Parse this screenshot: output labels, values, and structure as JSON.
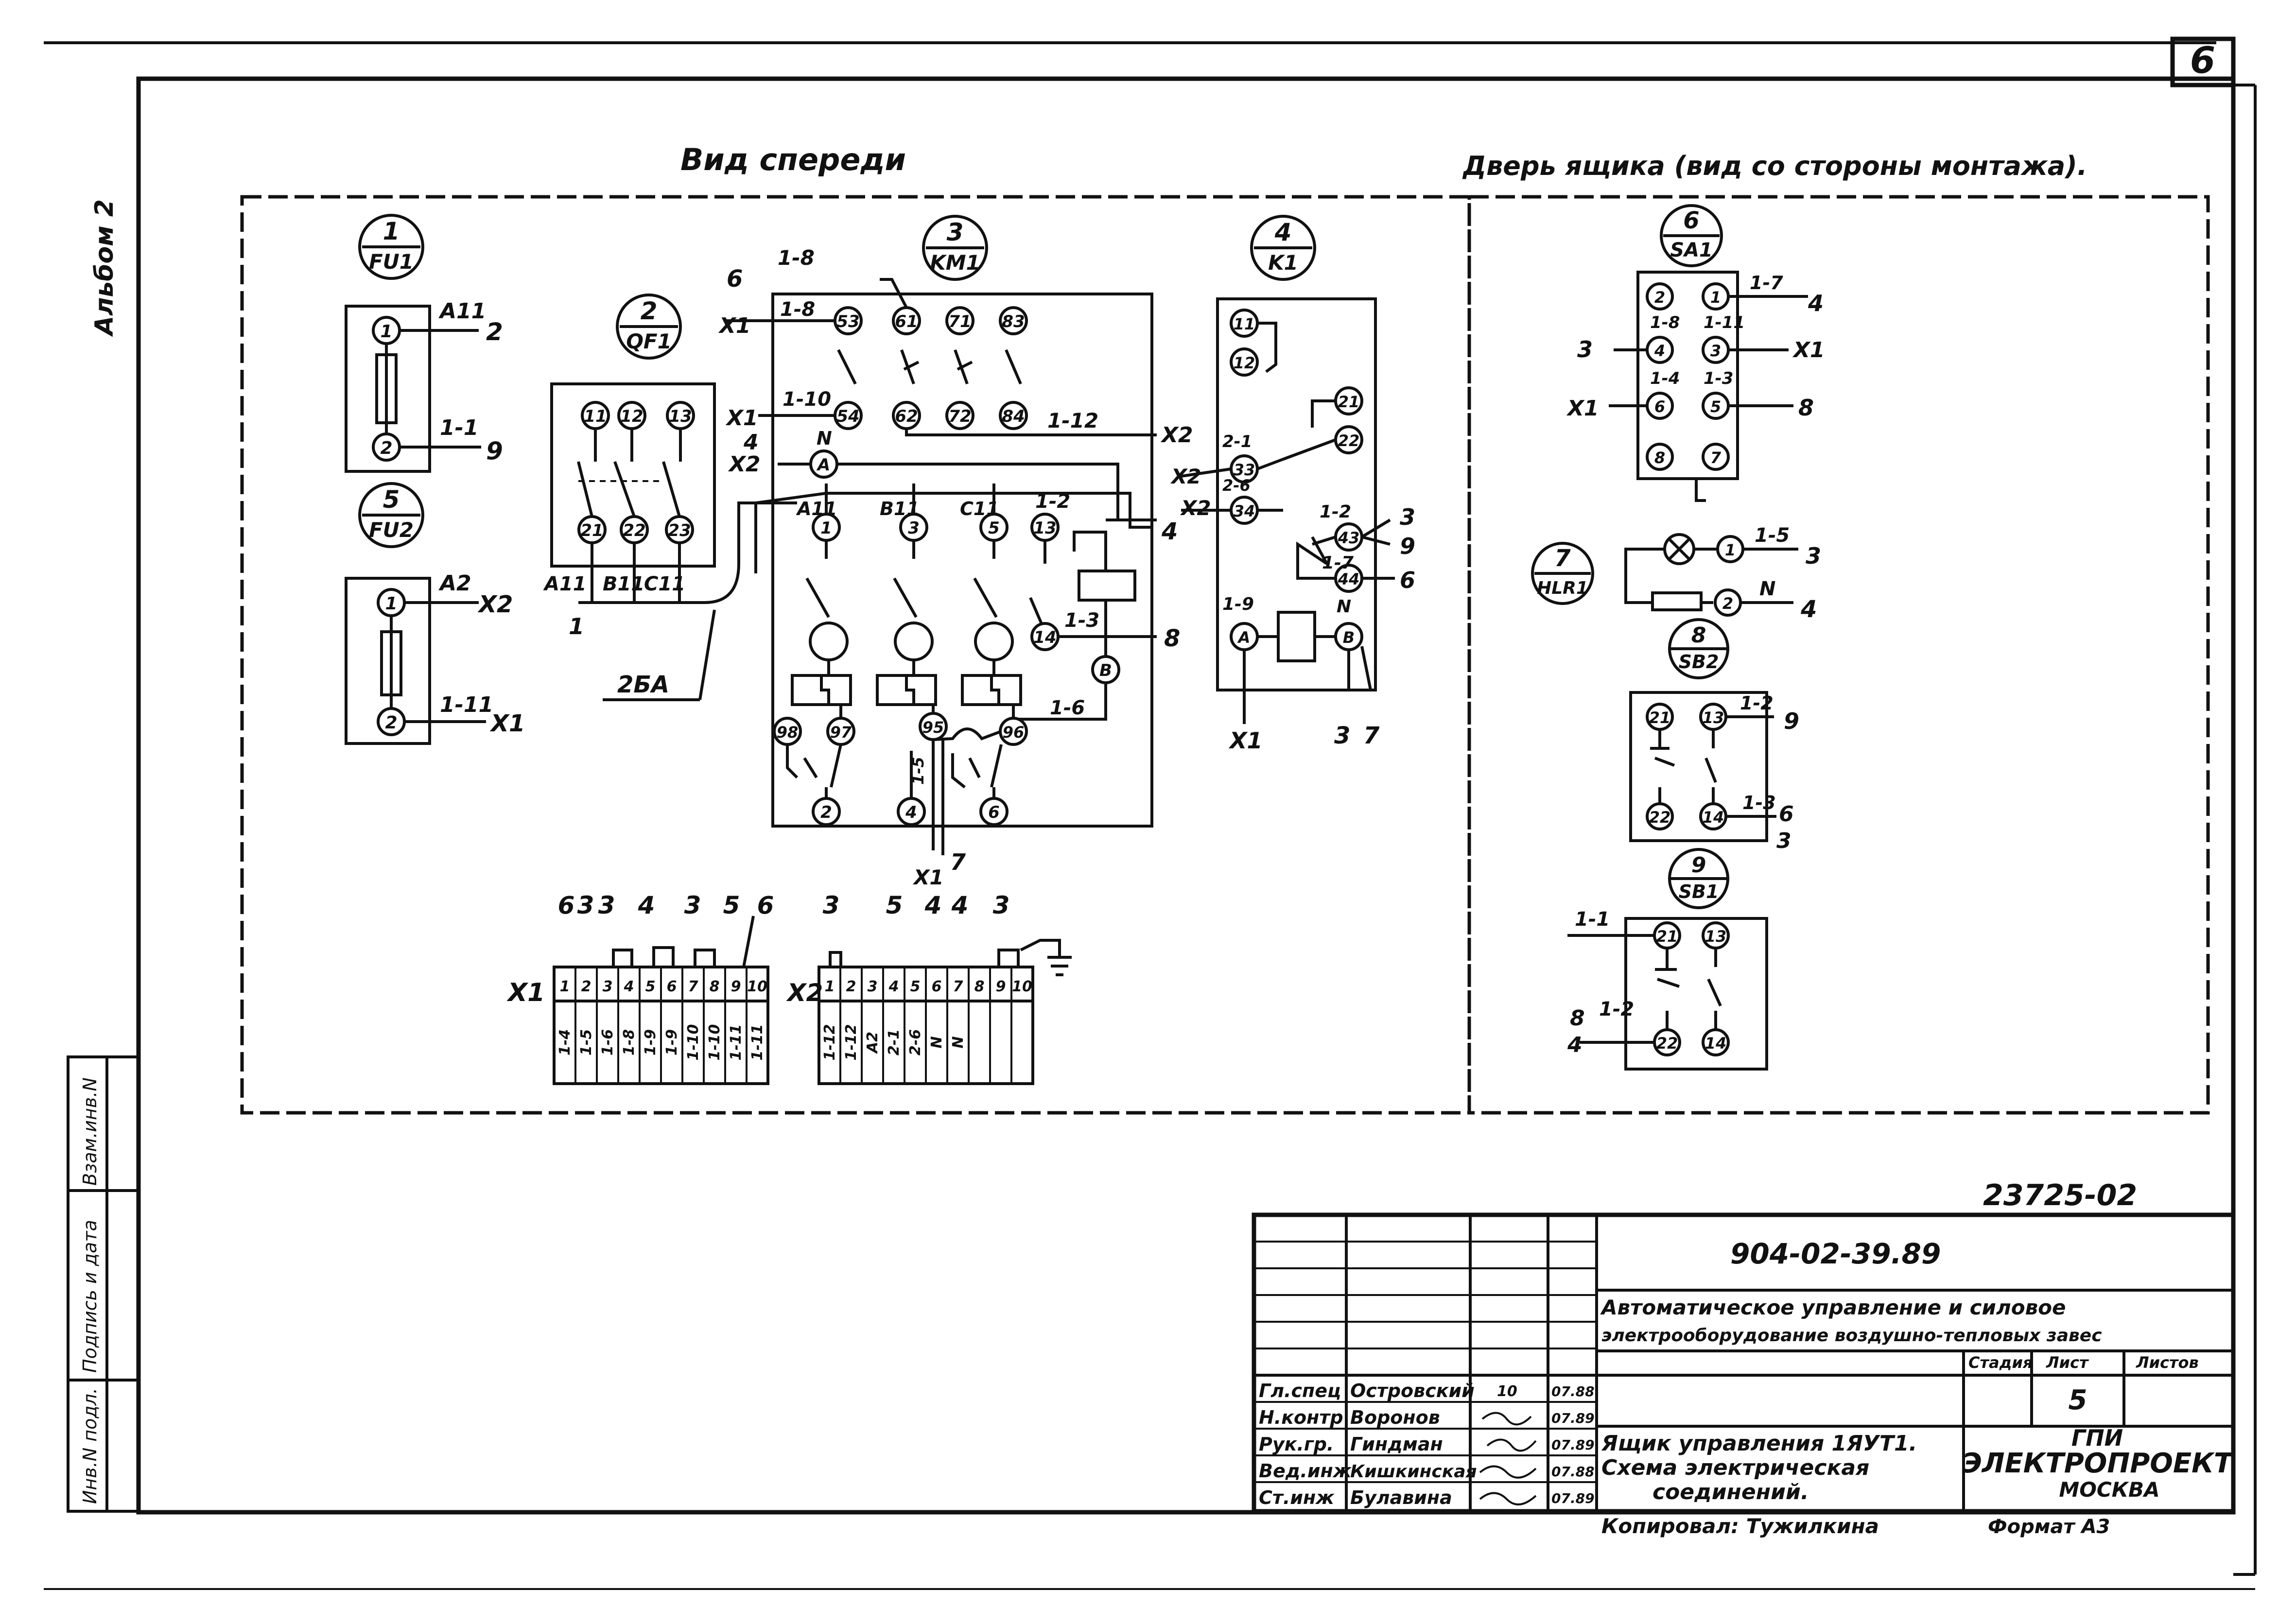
{
  "sheet": {
    "page_number": "6",
    "album": "Альбом 2",
    "archive_number": "23725-02"
  },
  "side_stamp": {
    "inv_podl": "Инв.N подл.",
    "podpis_data": "Подпись и дата",
    "vzam_inv": "Взам.инв.N"
  },
  "views": {
    "front": "Вид спереди",
    "door": "Дверь ящика (вид со стороны монтажа)."
  },
  "devices": [
    {
      "num": "1",
      "tag": "FU1"
    },
    {
      "num": "2",
      "tag": "QF1"
    },
    {
      "num": "3",
      "tag": "KM1"
    },
    {
      "num": "4",
      "tag": "K1"
    },
    {
      "num": "5",
      "tag": "FU2"
    },
    {
      "num": "6",
      "tag": "SA1"
    },
    {
      "num": "7",
      "tag": "HLR1"
    },
    {
      "num": "8",
      "tag": "SB2"
    },
    {
      "num": "9",
      "tag": "SB1"
    }
  ],
  "fuse_fu1": {
    "t1": "1",
    "t2": "2",
    "w1": "A11",
    "d1": "2",
    "w2": "1-1",
    "d2": "9"
  },
  "fuse_fu2": {
    "t1": "1",
    "t2": "2",
    "w1": "A2",
    "d1": "X2",
    "w2": "1-11",
    "d2": "X1"
  },
  "breaker_qf1": {
    "top": [
      "11",
      "12",
      "13"
    ],
    "bottom": [
      "21",
      "22",
      "23"
    ],
    "wires": [
      "A11",
      "B11",
      "C11"
    ],
    "dest": "1",
    "cable": "2БА"
  },
  "contactor_km1": {
    "aux_top": [
      "53",
      "61",
      "71",
      "83"
    ],
    "aux_bottom": [
      "54",
      "62",
      "72",
      "84"
    ],
    "coil": [
      "A",
      "B"
    ],
    "main_top": [
      "1",
      "3",
      "5",
      "13"
    ],
    "main_bottom": [
      "2",
      "4",
      "6",
      "14"
    ],
    "phases": [
      "A11",
      "B11",
      "C11"
    ],
    "thermal": [
      "98",
      "97",
      "95",
      "96"
    ],
    "labels": {
      "l18": "1-8",
      "l6": "6",
      "lx1a": "X1",
      "l18b": "1-8",
      "lx1b": "X1",
      "l110": "1-10",
      "l4": "4",
      "lN": "N",
      "lx2": "X2",
      "l112": "1-12",
      "lx2b": "X2",
      "l12": "1-2",
      "l4b": "4",
      "l13": "1-3",
      "l8": "8",
      "l16": "1-6",
      "l15": "1-5",
      "lx1c": "X1",
      "l7": "7"
    }
  },
  "relay_k1": {
    "terms": [
      "11",
      "12",
      "21",
      "22",
      "33",
      "34",
      "43",
      "44",
      "A",
      "B"
    ],
    "labels": {
      "x2a": "X2",
      "w21": "2-1",
      "x2b": "X2",
      "w26": "2-6",
      "w12": "1-2",
      "d3": "3",
      "d9": "9",
      "w17": "1-7",
      "d6": "6",
      "w19": "1-9",
      "wN": "N",
      "x1": "X1",
      "d3b": "3",
      "d7": "7"
    }
  },
  "switch_sa1": {
    "terms_left": [
      "2",
      "4",
      "6",
      "8"
    ],
    "terms_right": [
      "1",
      "3",
      "5",
      "7"
    ],
    "labels": {
      "w17": "1-7",
      "d4": "4",
      "w18": "1-8",
      "w111": "1-11",
      "d3": "3",
      "x1r": "X1",
      "w14": "1-4",
      "w13": "1-3",
      "x1l": "X1",
      "d8": "8"
    }
  },
  "lamp_hlr1": {
    "t1": "1",
    "t2": "2",
    "w15": "1-5",
    "d3": "3",
    "wN": "N",
    "d4": "4"
  },
  "button_sb2": {
    "t": [
      "21",
      "13",
      "22",
      "14"
    ],
    "w12": "1-2",
    "d9": "9",
    "w13": "1-3",
    "d6": "6",
    "d3": "3"
  },
  "button_sb1": {
    "t": [
      "21",
      "13",
      "22",
      "14"
    ],
    "w11": "1-1",
    "w12": "1-2",
    "d8": "8",
    "d4": "4"
  },
  "terminal_x1": {
    "name": "X1",
    "top": [
      "6",
      "3",
      "3",
      "4",
      "3",
      "5",
      "6"
    ],
    "numbers": [
      "1",
      "2",
      "3",
      "4",
      "5",
      "6",
      "7",
      "8",
      "9",
      "10"
    ],
    "wires": [
      "1-4",
      "1-5",
      "1-6",
      "1-8",
      "1-9",
      "1-9",
      "1-10",
      "1-10",
      "1-11",
      "1-11"
    ]
  },
  "terminal_x2": {
    "name": "X2",
    "top": [
      "3",
      "5",
      "4",
      "4",
      "3"
    ],
    "numbers": [
      "1",
      "2",
      "3",
      "4",
      "5",
      "6",
      "7",
      "8",
      "9",
      "10"
    ],
    "wires": [
      "1-12",
      "1-12",
      "A2",
      "2-1",
      "2-6",
      "N",
      "N"
    ]
  },
  "title_block": {
    "doc_code": "904-02-39.89",
    "project_title_1": "Автоматическое управление и силовое",
    "project_title_2": "электрооборудование воздушно-тепловых завес",
    "sheet_title_1": "Ящик управления 1ЯУТ1.",
    "sheet_title_2": "Схема электрическая",
    "sheet_title_3": "соединений.",
    "col_stage": "Стадия",
    "col_sheet": "Лист",
    "col_sheets": "Листов",
    "sheet_no": "5",
    "org_1": "ГПИ",
    "org_2": "ЭЛЕКТРОПРОЕКТ",
    "org_3": "МОСКВА",
    "copied": "Копировал: Тужилкина",
    "format": "Формат А3",
    "rows": [
      {
        "role": "Гл.спец",
        "name": "Островский",
        "sig": "10",
        "date": "07.88"
      },
      {
        "role": "Н.контр",
        "name": "Воронов",
        "sig": "",
        "date": "07.89"
      },
      {
        "role": "Рук.гр.",
        "name": "Гиндман",
        "sig": "",
        "date": "07.89"
      },
      {
        "role": "Вед.инж",
        "name": "Кишкинская",
        "sig": "",
        "date": "07.88"
      },
      {
        "role": "Ст.инж",
        "name": "Булавина",
        "sig": "",
        "date": "07.89"
      }
    ]
  }
}
